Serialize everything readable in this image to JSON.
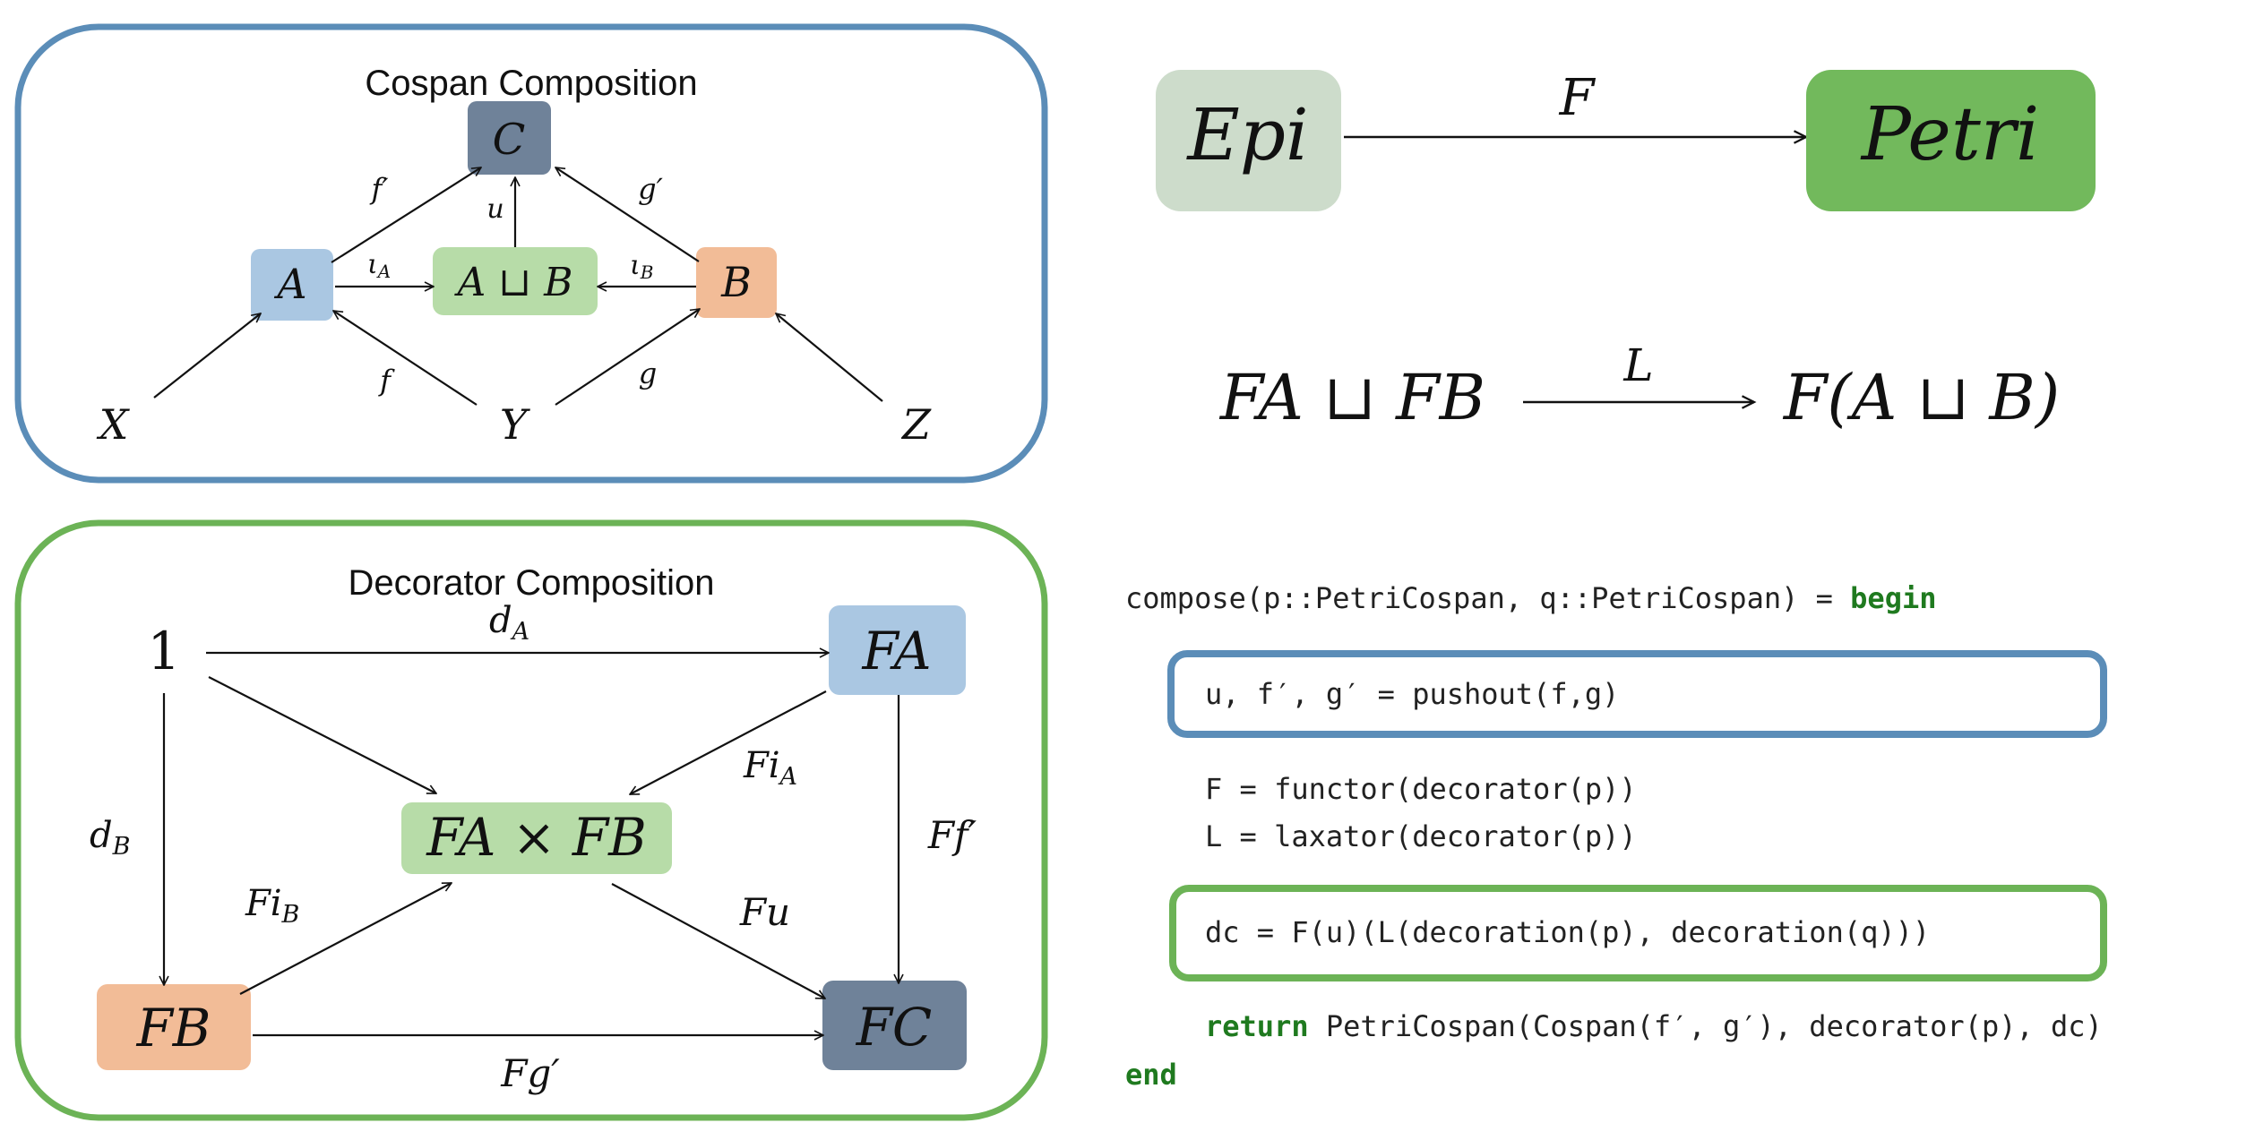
{
  "colors": {
    "blue_frame": "#5b8db8",
    "green_frame": "#6cb356",
    "node_C": "#6f8299",
    "node_A": "#aac7e2",
    "node_B": "#f2bc97",
    "node_AB": "#b7dca8",
    "epi_fill": "#cddccb",
    "petri_fill": "#72b95c",
    "keyword": "#1f7a1f"
  },
  "cospan": {
    "title": "Cospan Composition",
    "nodes": {
      "C": "C",
      "A": "A",
      "AB": "A ⊔ B",
      "B": "B",
      "X": "X",
      "Y": "Y",
      "Z": "Z"
    },
    "labels": {
      "f_prime": "f′",
      "g_prime": "g′",
      "u": "u",
      "iota_A": "ι",
      "iota_A_sub": "A",
      "iota_B": "ι",
      "iota_B_sub": "B",
      "f": "f",
      "g": "g"
    }
  },
  "decorator": {
    "title": "Decorator Composition",
    "nodes": {
      "one": "1",
      "FA": "FA",
      "FAxFB": "FA × FB",
      "FB": "FB",
      "FC": "FC"
    },
    "labels": {
      "dA": "d",
      "dA_sub": "A",
      "dB": "d",
      "dB_sub": "B",
      "FiA": "Fi",
      "FiA_sub": "A",
      "FiB": "Fi",
      "FiB_sub": "B",
      "Ff_prime": "Ff′",
      "Fu": "Fu",
      "Fg_prime": "Fg′"
    }
  },
  "functor": {
    "source": "Epi",
    "target": "Petri",
    "arrow_label": "F"
  },
  "laxator": {
    "source": "FA ⊔ FB",
    "target": "F(A ⊔ B)",
    "arrow_label": "L"
  },
  "code": {
    "line1_prefix": "compose(p::PetriCospan, q::PetriCospan) = ",
    "line1_keyword": "begin",
    "boxed_line_1": "u, f′, g′ = pushout(f,g)",
    "line3": "F = functor(decorator(p))",
    "line4": "L = laxator(decorator(p))",
    "boxed_line_2": "dc = F(u)(L(decoration(p), decoration(q)))",
    "return_keyword": "return",
    "return_rest": " PetriCospan(Cospan(f′, g′), decorator(p), dc)",
    "end_keyword": "end"
  }
}
